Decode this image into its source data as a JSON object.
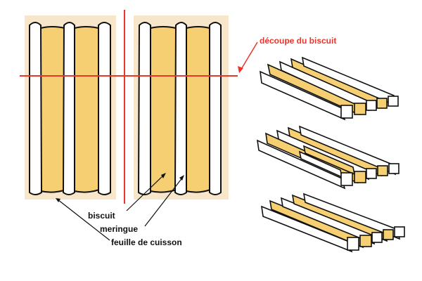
{
  "labels": {
    "cut": "découpe du biscuit",
    "biscuit": "biscuit",
    "meringue": "meringue",
    "paper": "feuille de cuisson"
  },
  "colors": {
    "paper": "#f7e6c9",
    "biscuit": "#f6cf72",
    "meringue": "#ffffff",
    "outline": "#111111",
    "cut_line": "#e8362b",
    "cut_label": "#e8362b"
  },
  "diagram": {
    "trays": 2,
    "biscuit_strips_per_tray": 2,
    "meringue_strips_per_tray": 3,
    "stacks": [
      {
        "name": "stack-top",
        "layers": 1
      },
      {
        "name": "stack-middle",
        "layers": 2
      },
      {
        "name": "stack-bottom",
        "layers": 1
      }
    ]
  }
}
